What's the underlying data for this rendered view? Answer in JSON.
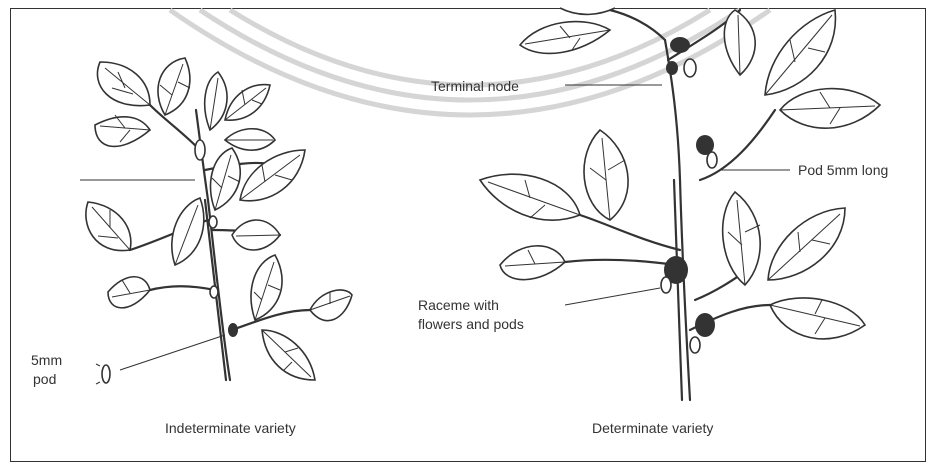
{
  "labels": {
    "terminal_node": "Terminal node",
    "pod_5mm_long": "Pod 5mm long",
    "raceme_line1": "Raceme with",
    "raceme_line2": "flowers and pods",
    "pod_size_line1": "5mm",
    "pod_size_line2": "pod",
    "indeterminate_caption": "Indeterminate variety",
    "determinate_caption": "Determinate variety"
  },
  "colors": {
    "ink": "#333333",
    "background": "#ffffff",
    "watermark": "#d5d5d5"
  }
}
